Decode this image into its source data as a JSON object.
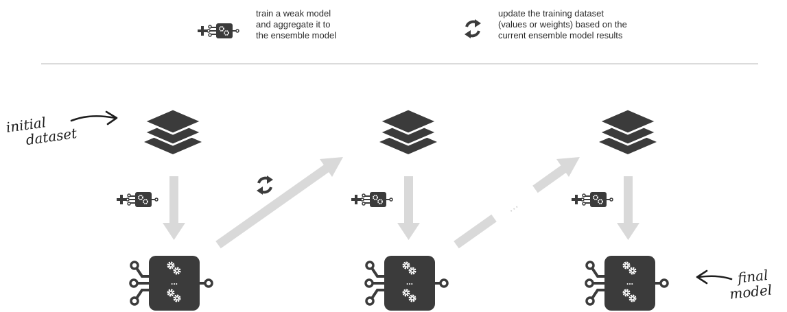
{
  "legend": {
    "train": {
      "icon": "plus-gears-icon",
      "lines": [
        "train a weak model",
        "and aggregate it to",
        "the ensemble model"
      ]
    },
    "update": {
      "icon": "refresh-cycle-icon",
      "lines": [
        "update the training dataset",
        "(values or weights) based on the",
        "current ensemble model results"
      ]
    }
  },
  "annotations": {
    "initial": [
      "initial",
      "dataset"
    ],
    "final": [
      "final",
      "model"
    ]
  },
  "ellipsis": "...",
  "model_dots": "...",
  "colors": {
    "dark": "#3b3b3b",
    "arrow": "#d9d9d9",
    "divider": "#cfcfcf",
    "text": "#2b2b2b"
  }
}
